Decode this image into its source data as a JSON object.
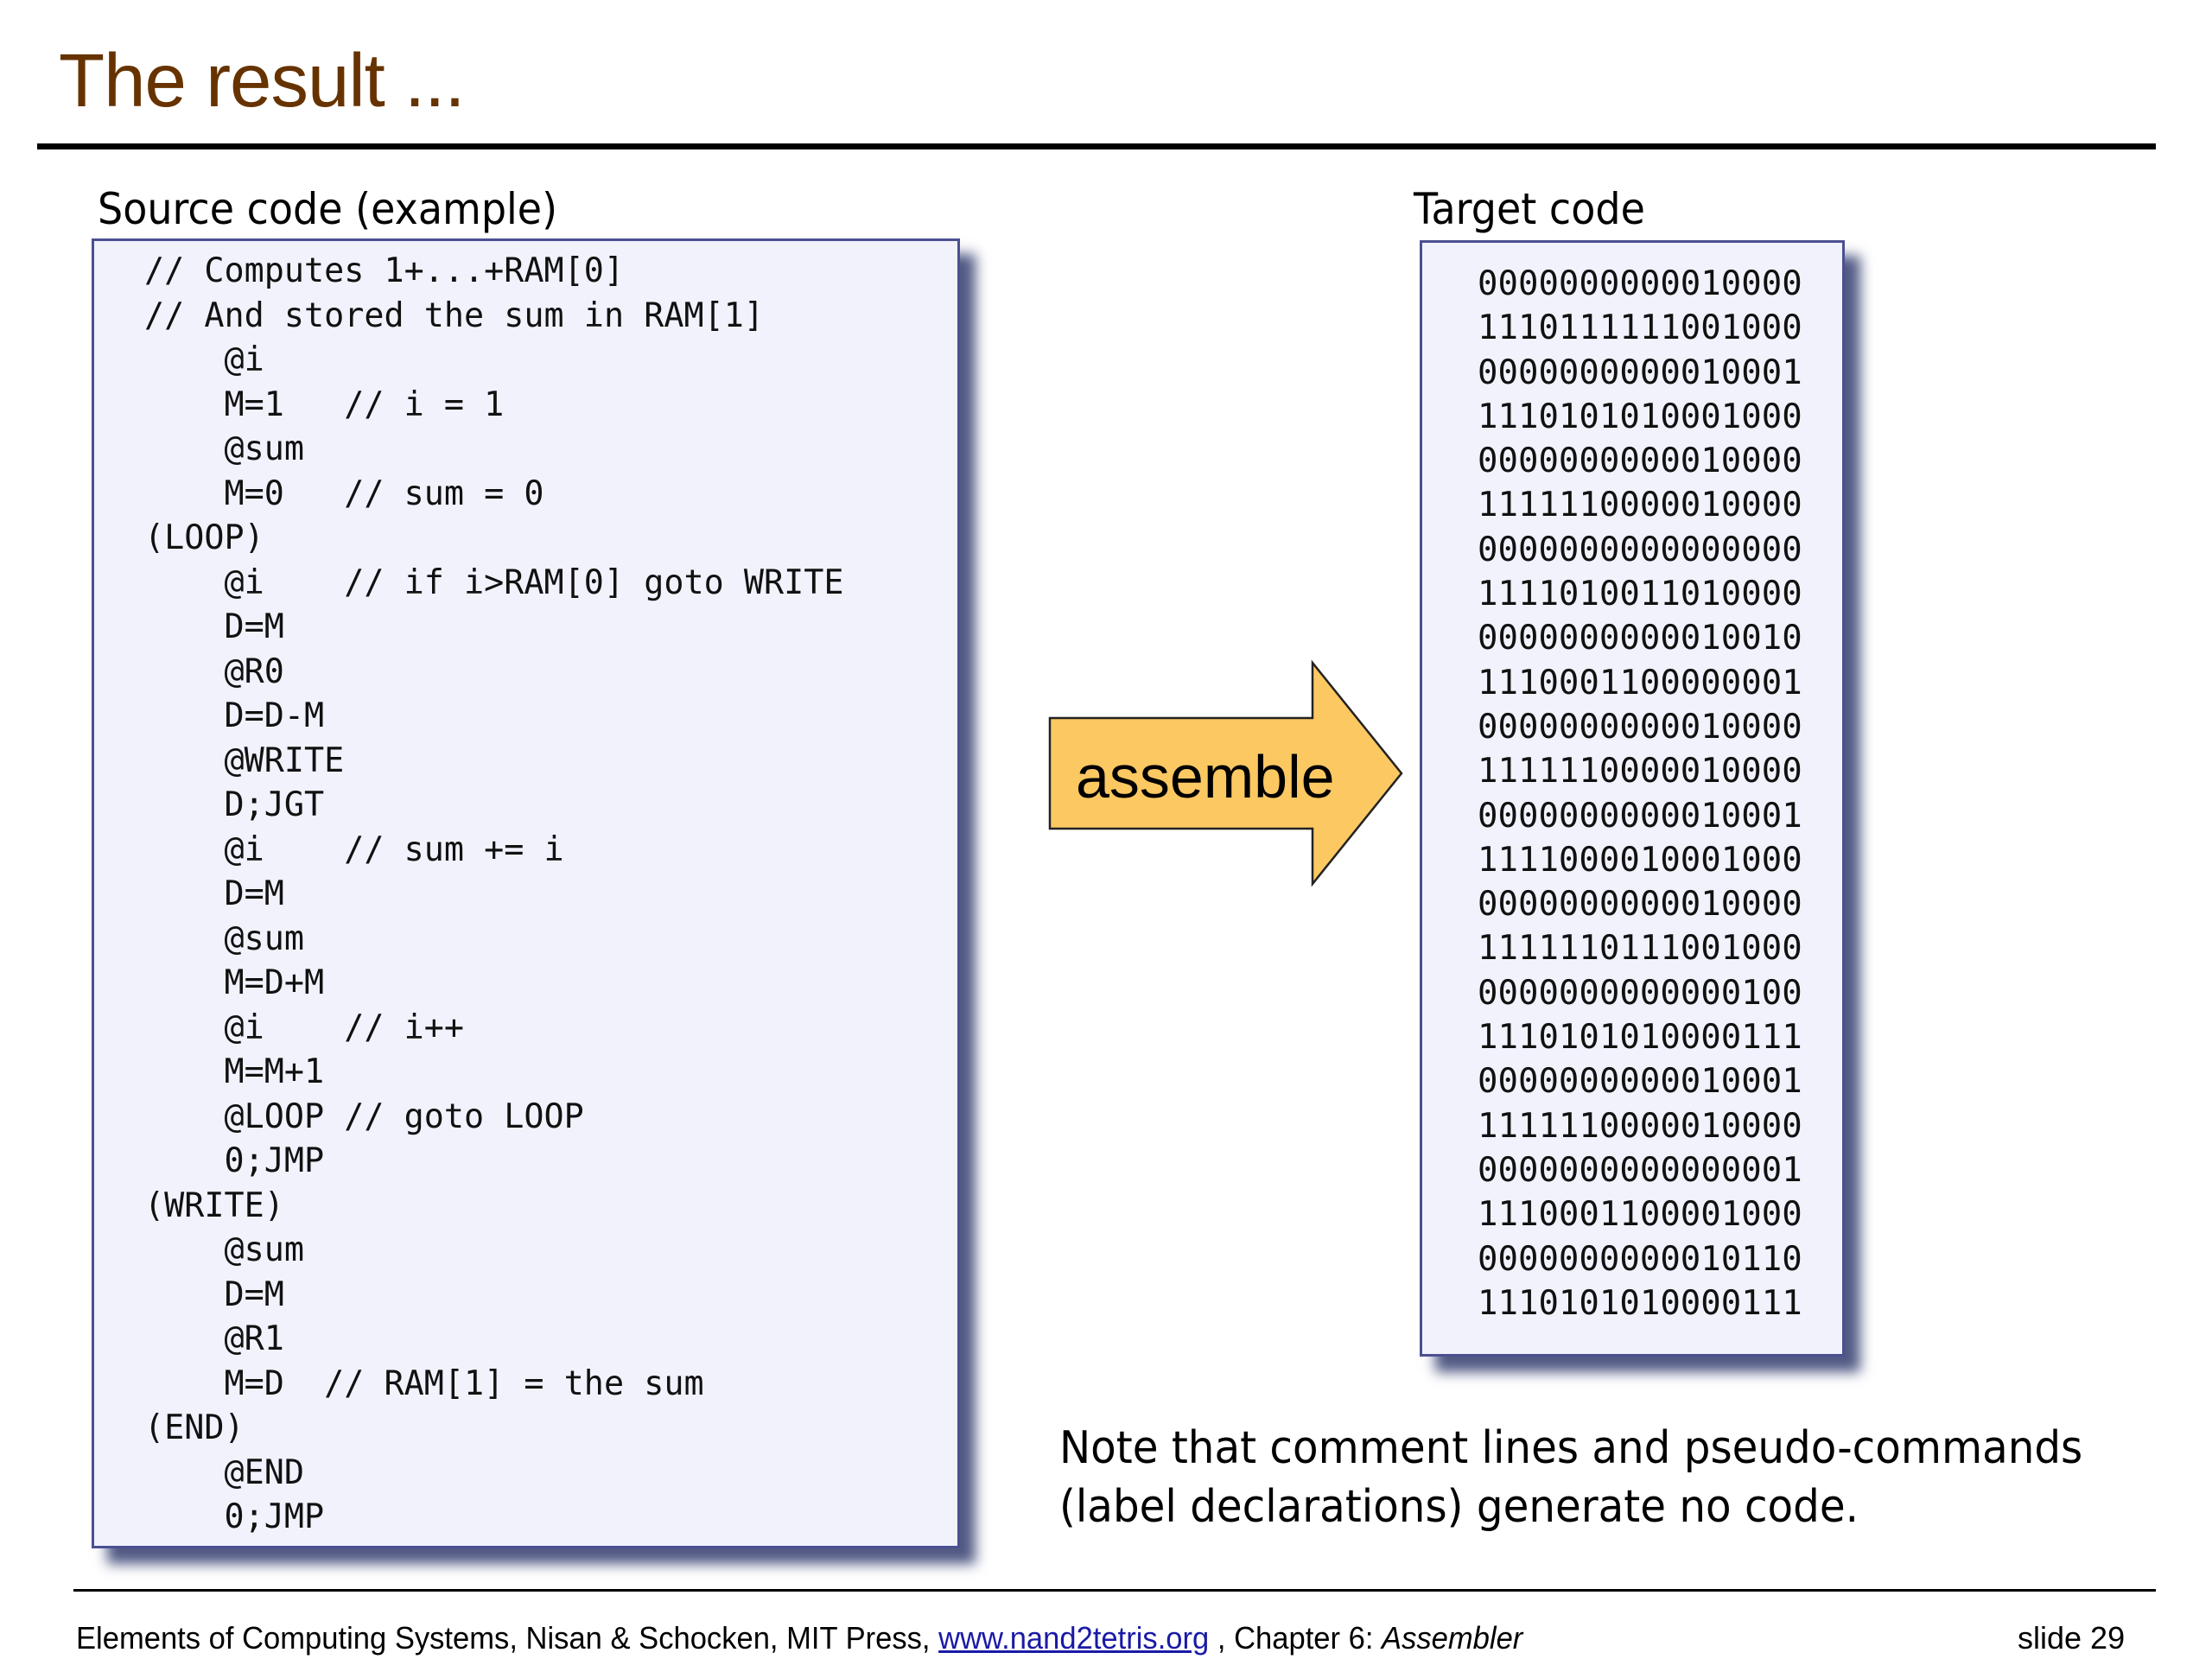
{
  "slide": {
    "title": "The result ...",
    "source": {
      "label": "Source code (example)",
      "lines": [
        "// Computes 1+...+RAM[0]",
        "// And stored the sum in RAM[1]",
        "    @i",
        "    M=1   // i = 1",
        "    @sum",
        "    M=0   // sum = 0",
        "(LOOP)",
        "    @i    // if i>RAM[0] goto WRITE",
        "    D=M",
        "    @R0",
        "    D=D-M",
        "    @WRITE",
        "    D;JGT",
        "    @i    // sum += i",
        "    D=M",
        "    @sum",
        "    M=D+M",
        "    @i    // i++",
        "    M=M+1",
        "    @LOOP // goto LOOP",
        "    0;JMP",
        "(WRITE)",
        "    @sum",
        "    D=M",
        "    @R1",
        "    M=D  // RAM[1] = the sum",
        "(END)",
        "    @END",
        "    0;JMP"
      ]
    },
    "arrow": {
      "label": "assemble",
      "fill_color": "#fcc862",
      "icon": "right-arrow-icon"
    },
    "target": {
      "label": "Target code",
      "lines": [
        "0000000000010000",
        "1110111111001000",
        "0000000000010001",
        "1110101010001000",
        "0000000000010000",
        "1111110000010000",
        "0000000000000000",
        "1111010011010000",
        "0000000000010010",
        "1110001100000001",
        "0000000000010000",
        "1111110000010000",
        "0000000000010001",
        "1111000010001000",
        "0000000000010000",
        "1111110111001000",
        "0000000000000100",
        "1110101010000111",
        "0000000000010001",
        "1111110000010000",
        "0000000000000001",
        "1110001100001000",
        "0000000000010110",
        "1110101010000111"
      ]
    },
    "note": {
      "line1": "Note that comment lines and pseudo-commands",
      "line2": "(label declarations) generate no code."
    },
    "footer": {
      "prefix": "Elements of Computing Systems, Nisan & Schocken, MIT Press, ",
      "link": "www.nand2tetris.org",
      "middle": " , Chapter 6: ",
      "chapter": "Assembler",
      "slide_number": "slide 29"
    },
    "colors": {
      "title": "#663300",
      "box_fill": "#f1f2fc",
      "box_border": "#4a5090",
      "link": "#1a1aa6"
    }
  }
}
